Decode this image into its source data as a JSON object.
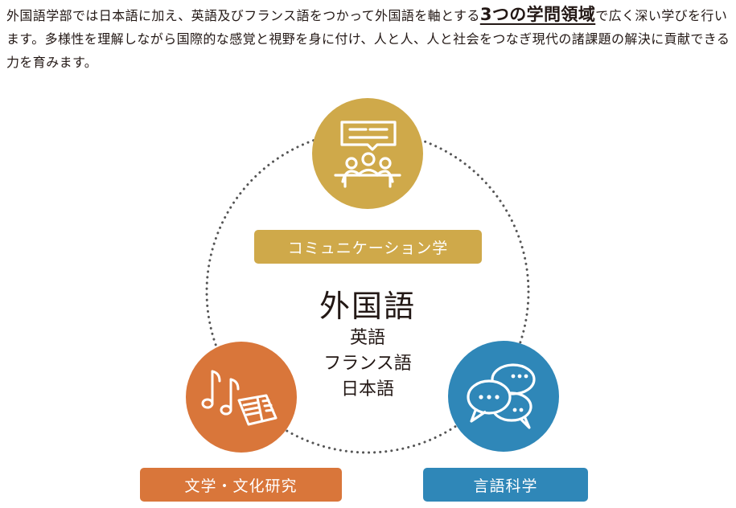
{
  "intro": {
    "text_a": "外国語学部では日本語に加え、英語及びフランス語をつかって外国語を軸とする",
    "emphasis": "3つの学問領域",
    "text_b": "で広く深い学びを行います。多様性を理解しながら国際的な感覚と視野を身に付け、人と人、人と社会をつなぎ現代の諸課題の解決に貢献できる力を育みます。"
  },
  "center": {
    "title": "外国語",
    "languages": [
      "英語",
      "フランス語",
      "日本語"
    ]
  },
  "fields": [
    {
      "label": "コミュニケーション学",
      "color": "#cfa94a",
      "icon": "discussion-group-icon"
    },
    {
      "label": "文学・文化研究",
      "color": "#d9763a",
      "icon": "music-and-book-icon"
    },
    {
      "label": "言語科学",
      "color": "#2f87b8",
      "icon": "speech-bubbles-icon"
    }
  ],
  "colors": {
    "ring": "#555555",
    "text": "#231815"
  }
}
